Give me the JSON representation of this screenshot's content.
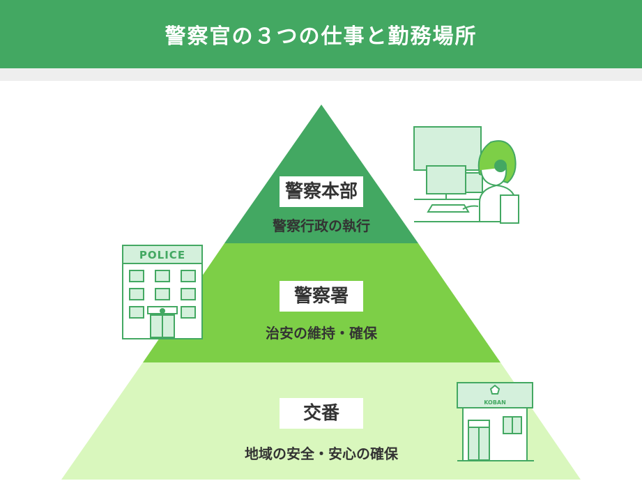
{
  "header": {
    "title": "警察官の３つの仕事と勤務場所"
  },
  "tiers": [
    {
      "name": "警察本部",
      "role": "警察行政の執行"
    },
    {
      "name": "警察署",
      "role": "治安の維持・確保"
    },
    {
      "name": "交番",
      "role": "地域の安全・安心の確保"
    }
  ],
  "illustrations": {
    "police_sign": "POLICE",
    "koban_sign": "KOBAN"
  },
  "colors": {
    "header": "#43a862",
    "tier_top": "#43a862",
    "tier_middle": "#7dcf47",
    "tier_bottom": "#d9f7bd",
    "line": "#43a862"
  }
}
